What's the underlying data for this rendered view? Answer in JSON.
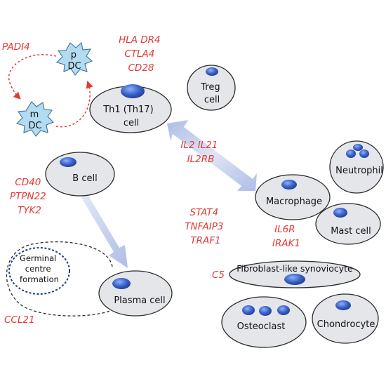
{
  "cells": {
    "p_dc": {
      "line1": "p",
      "line2": "DC"
    },
    "m_dc": {
      "line1": "m",
      "line2": "DC"
    },
    "th1": {
      "line1": "Th1 (Th17)",
      "line2": "cell"
    },
    "treg": {
      "line1": "Treg",
      "line2": "cell"
    },
    "b_cell": "B cell",
    "plasma_cell": "Plasma cell",
    "germinal_centre": {
      "line1": "Germinal",
      "line2": "centre",
      "line3": "formation"
    },
    "macrophage": "Macrophage",
    "neutrophil": "Neutrophil",
    "mast_cell": "Mast cell",
    "fibroblast": "Fibroblast-like synoviocyte",
    "osteoclast": "Osteoclast",
    "chondrocyte": "Chondrocyte"
  },
  "genes": {
    "padi4": "PADI4",
    "hla_group": [
      "HLA DR4",
      "CTLA4",
      "CD28"
    ],
    "il2_group": [
      "IL2 IL21",
      "IL2RB"
    ],
    "b_cell_group": [
      "CD40",
      "PTPN22",
      "TYK2"
    ],
    "stat4_group": [
      "STAT4",
      "TNFAIP3",
      "TRAF1"
    ],
    "il6r_group": [
      "IL6R",
      "IRAK1"
    ],
    "c5": "C5",
    "ccl21": "CCL21"
  },
  "colors": {
    "gene_text": "#e53935",
    "cell_fill": "#e4e6ea",
    "cell_stroke": "#2b2b2b",
    "nucleus": "#2f55b8",
    "dc_fill": "#b3dcf2",
    "arrow_fill": "#b7c4e6",
    "germinal_border": "#1b3e8a"
  }
}
